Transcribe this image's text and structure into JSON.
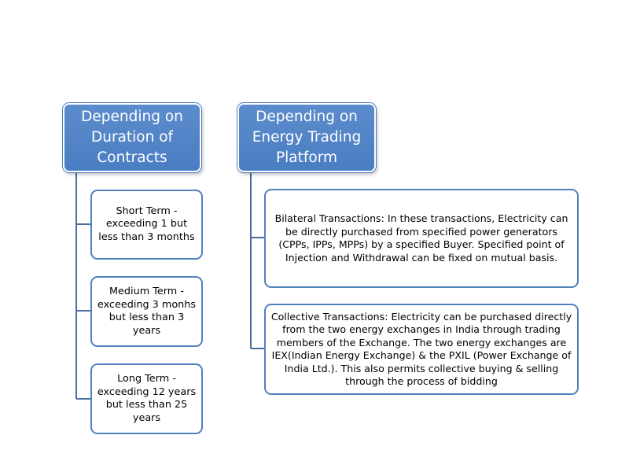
{
  "left_group": {
    "header": "Depending on Duration of Contracts",
    "items": [
      {
        "text": "Short Term - exceeding 1 but less than 3 months"
      },
      {
        "text": "Medium Term - exceeding 3 monhs but less than 3 years"
      },
      {
        "text": "Long Term - exceeding 12 years but less than 25 years"
      }
    ]
  },
  "right_group": {
    "header": "Depending on Energy Trading Platform",
    "items": [
      {
        "text": "Bilateral Transactions: In these transactions, Electricity can be directly purchased from specified power generators (CPPs, IPPs, MPPs) by a specified Buyer. Specified point of Injection and Withdrawal can be fixed on mutual basis."
      },
      {
        "text": "Collective Transactions: Electricity can be purchased directly from the two energy exchanges in India through trading members of the Exchange. The two energy exchanges are IEX(Indian Energy Exchange) & the PXIL (Power Exchange of India Ltd.). This also permits collective buying & selling through the process of bidding"
      }
    ]
  },
  "colors": {
    "header_fill": "#4f81bd",
    "child_border": "#4f81bd",
    "connector": "#4f6fa0"
  }
}
